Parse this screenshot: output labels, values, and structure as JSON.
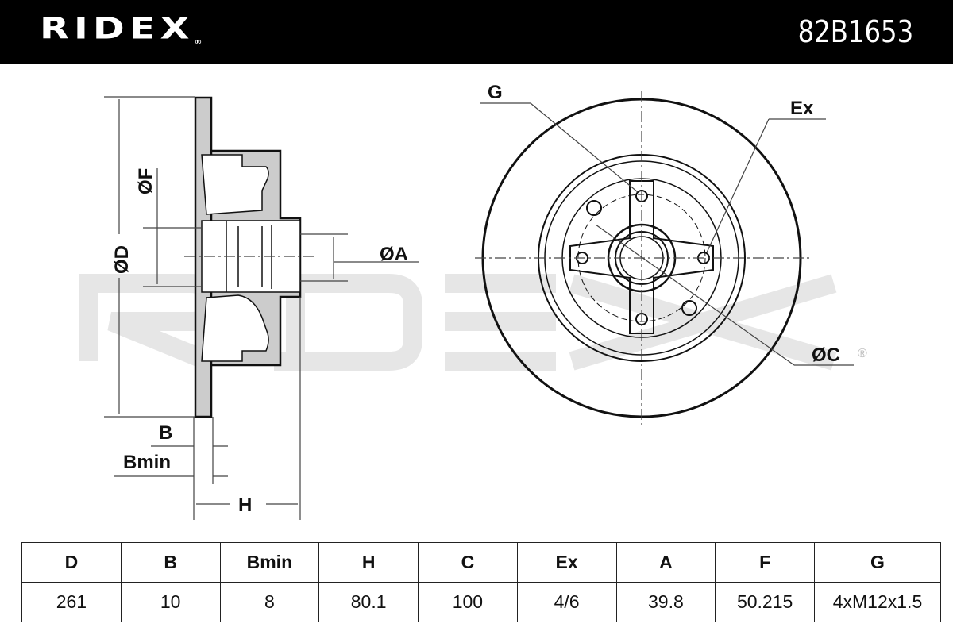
{
  "header": {
    "brand": "RIDEX",
    "registered": "®",
    "part_number": "82B1653"
  },
  "watermark": "RIDEX",
  "drawing": {
    "side_view_labels": {
      "D": "ØD",
      "F": "ØF",
      "A": "ØA",
      "B": "B",
      "Bmin": "Bmin",
      "H": "H"
    },
    "front_view_labels": {
      "G": "G",
      "Ex": "Ex",
      "C": "ØC",
      "registered": "®"
    }
  },
  "table": {
    "headers": [
      "D",
      "B",
      "Bmin",
      "H",
      "C",
      "Ex",
      "A",
      "F",
      "G"
    ],
    "values": [
      "261",
      "10",
      "8",
      "80.1",
      "100",
      "4/6",
      "39.8",
      "50.215",
      "4xM12x1.5"
    ]
  }
}
